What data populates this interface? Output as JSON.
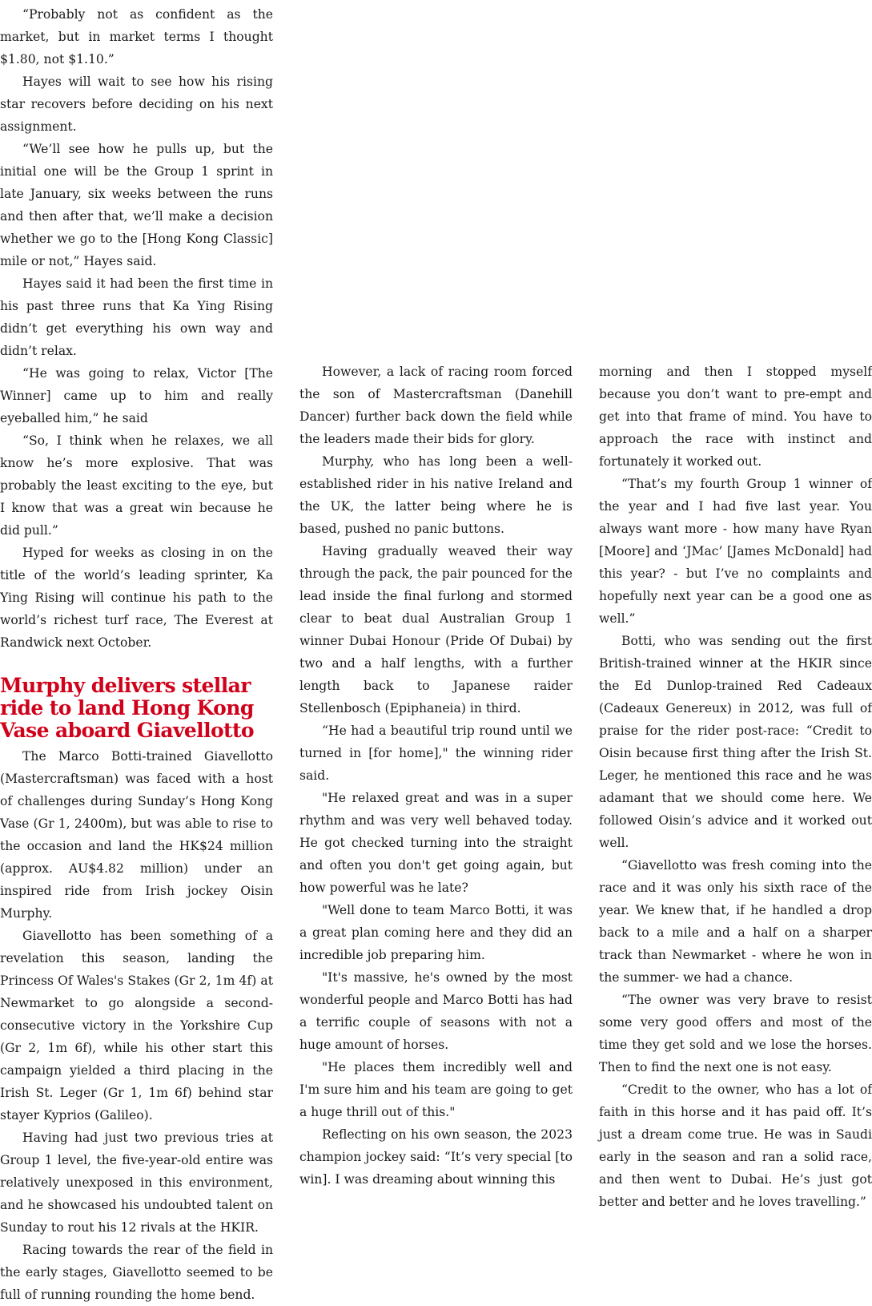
{
  "column1": {
    "paras_top": [
      "“Probably not as confident as the market, but in market terms I thought $1.80, not $1.10.”",
      "Hayes will wait to see how his rising star recovers before deciding on his next assignment.",
      "“We’ll see how he pulls up, but the initial one will be the Group 1 sprint in late January, six weeks between the runs and then after that, we’ll make a decision whether we go to the [Hong Kong Classic] mile or not,” Hayes said.",
      "Hayes said it had been the first time in his past three runs that Ka Ying Rising didn’t get everything his own way and didn’t relax.",
      "“He was going to relax, Victor [The Winner] came up to him and really eyeballed him,” he said",
      "“So, I think when he relaxes, we all know he’s more explosive. That was probably the least exciting to the eye, but I know that was a great win because he did pull.”",
      "Hyped for weeks as closing in on the title of the world’s leading sprinter, Ka Ying Rising will continue his path to the world’s richest turf race, The Everest at Randwick next October."
    ],
    "headline": "Murphy delivers stellar ride to land Hong Kong Vase aboard Giavellotto",
    "paras_bottom": [
      "The Marco Botti-trained Giavellotto (Mastercraftsman) was faced with a host of challenges during Sunday’s Hong Kong Vase (Gr 1, 2400m), but was able to rise to the occasion and land the HK$24 million (approx. AU$4.82 million) under an inspired ride from Irish jockey Oisin Murphy.",
      "Giavellotto has been something of a revelation this season, landing the Princess Of Wales's Stakes (Gr 2, 1m 4f) at Newmarket to go alongside a second-consecutive victory in the Yorkshire Cup (Gr 2, 1m 6f), while his other start this campaign yielded a third placing in the Irish St. Leger (Gr 1, 1m 6f) behind star stayer Kyprios (Galileo).",
      "Having had just two previous tries at Group 1 level, the five-year-old entire was relatively unexposed in this environment, and he showcased his undoubted talent on Sunday to rout his 12 rivals at the HKIR.",
      "Racing towards the rear of the field in the early stages, Giavellotto seemed to be full of running rounding the home bend."
    ]
  },
  "column2": {
    "paras": [
      "However, a lack of racing room forced the son of Mastercraftsman (Danehill Dancer) further back down the field while the leaders made their bids for glory.",
      "Murphy, who has long been a well-established rider in his native Ireland and the UK, the latter being where he is based, pushed no panic buttons.",
      "Having gradually weaved their way through the pack, the pair pounced for the lead inside the final furlong and stormed clear to beat dual Australian Group 1 winner Dubai Honour (Pride Of Dubai) by two and a half lengths, with a further length back to Japanese raider Stellenbosch (Epiphaneia) in third.",
      "“He had a beautiful trip round until we turned in [for home],\" the winning rider said.",
      "\"He relaxed great and was in a super rhythm and was very well behaved today. He got checked turning into the straight and often you don't get going again, but how powerful was he late?",
      "\"Well done to team Marco Botti, it was a great plan coming here and they did an incredible job preparing him.",
      "\"It's massive, he's owned by the most wonderful people and Marco Botti has had a terrific couple of seasons with not a huge amount of horses.",
      "\"He places them incredibly well and I'm sure him and his team are going to get a huge thrill out of this.\"",
      "Reflecting on his own season, the 2023 champion jockey said: “It’s very special [to win]. I was dreaming about winning this"
    ]
  },
  "column3": {
    "continuation": "morning and then I stopped myself because you don’t want to pre-empt and get into that frame of mind. You have to approach the race with instinct and fortunately it worked out.",
    "paras": [
      "“That’s my fourth Group 1 winner of the year and I had five last year. You always want more - how many have Ryan [Moore] and ‘JMac’ [James McDonald] had this year? - but I’ve no complaints and hopefully next year can be a good one as well.”",
      "Botti, who was sending out the first British-trained winner at the HKIR since the Ed Dunlop-trained Red Cadeaux (Cadeaux Genereux) in 2012, was full of praise for the rider post-race: “Credit to Oisin because first thing after the Irish St. Leger, he mentioned this race and he was adamant that we should come here. We followed Oisin’s advice and it worked out well.",
      "“Giavellotto was fresh coming into the race and it was only his sixth race of the year. We knew that, if he handled a drop back to a mile and a half on a sharper track than Newmarket - where he won in the summer- we had a chance.",
      "“The owner was very brave to resist some very good offers and most of the time they get sold and we lose the horses. Then to find the next one is not easy.",
      "“Credit to the owner, who has a lot of faith in this horse and it has paid off. It’s just a dream come true. He was in Saudi early in the season and ran a solid race, and then went to Dubai. He’s just got better and better and he loves travelling.”"
    ]
  },
  "colors": {
    "text": "#1a1a1a",
    "headline": "#d0021b",
    "background": "#ffffff"
  }
}
